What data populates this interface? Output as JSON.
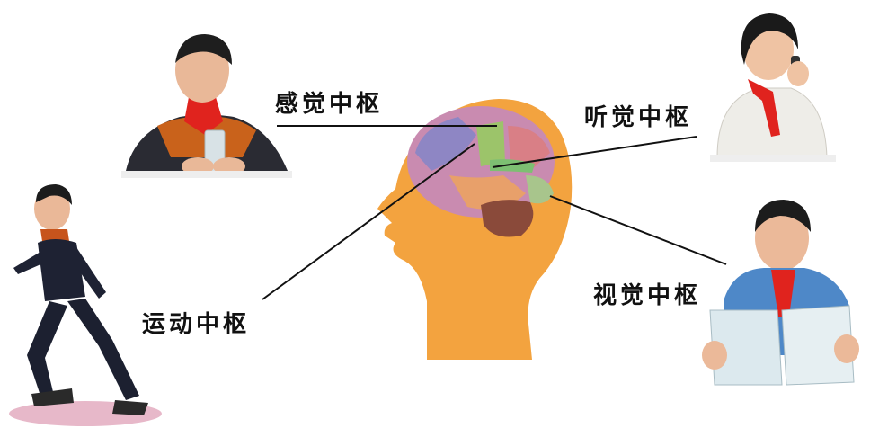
{
  "labels": {
    "sensory": "感觉中枢",
    "auditory": "听觉中枢",
    "visual": "视觉中枢",
    "motor": "运动中枢"
  },
  "colors": {
    "head": "#F3A33F",
    "pointer_line": "#111111",
    "scarf": "#E0231E",
    "sensory_region": "#9CC46A",
    "auditory_region": "#7DBF72",
    "visual_region": "#A8C58C",
    "cerebellum": "#8A4A3A"
  }
}
